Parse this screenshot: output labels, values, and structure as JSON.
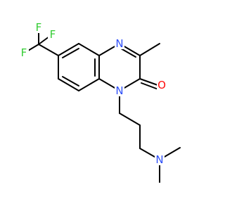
{
  "molecule": {
    "colors": {
      "bond": "#000000",
      "F": "#33cc33",
      "N": "#3050f8",
      "O": "#ff0d0d",
      "background": "#ffffff"
    },
    "atom_labels": {
      "f1": "F",
      "f2": "F",
      "f3": "F",
      "n_ring_top": "N",
      "n_ring_bottom": "N",
      "o_carbonyl": "O",
      "n_amine": "N"
    }
  }
}
